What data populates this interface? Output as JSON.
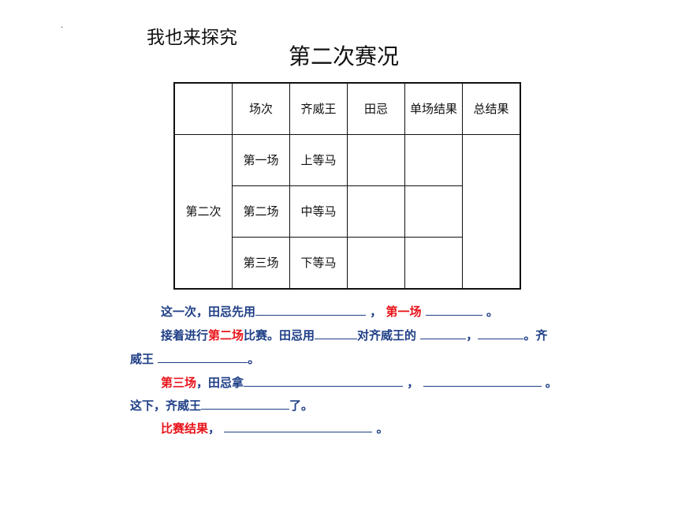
{
  "heading": "我也来探究",
  "title": "第二次赛况",
  "table": {
    "headers": [
      "",
      "场次",
      "齐威王",
      "田忌",
      "单场结果",
      "总结果"
    ],
    "group_label": "第二次",
    "rows": [
      {
        "round": "第一场",
        "king": "上等马",
        "tian": "",
        "single": ""
      },
      {
        "round": "第二场",
        "king": "中等马",
        "tian": "",
        "single": ""
      },
      {
        "round": "第三场",
        "king": "下等马",
        "tian": "",
        "single": ""
      }
    ],
    "total": ""
  },
  "text": {
    "l1_a": "这一次，田忌先用",
    "l1_b": "，",
    "l1_red": "第一场",
    "l1_end": "。",
    "l2_a": "接着进行",
    "l2_red": "第二场",
    "l2_b": "比赛。田忌用",
    "l2_c": "对齐威王的",
    "l2_d": "，",
    "l2_e": "。齐",
    "l3_a": "威王",
    "l3_end": "。",
    "l4_red": "第三场",
    "l4_a": "，田忌拿",
    "l4_b": "，",
    "l4_end": "。",
    "l5_a": "这下，齐威王",
    "l5_b": "了。",
    "l6_red": "比赛结果",
    "l6_a": "，",
    "l6_end": "。"
  }
}
